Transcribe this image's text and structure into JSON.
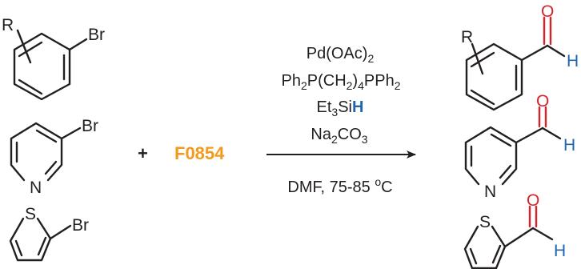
{
  "reactants": {
    "aryl": {
      "substituent": "R",
      "leaving_group": "Br"
    },
    "pyridyl": {
      "heteroatom": "N",
      "leaving_group": "Br"
    },
    "thienyl": {
      "heteroatom": "S",
      "leaving_group": "Br"
    }
  },
  "plus": "+",
  "reagent": "F0854",
  "conditions": {
    "catalyst": {
      "main": "Pd(OAc)",
      "sub": "2"
    },
    "ligand": {
      "a": "Ph",
      "a_sub": "2",
      "b": "P(CH",
      "b_sub": "2",
      "c": ")",
      "c_sub": "4",
      "d": "PPh",
      "d_sub": "2"
    },
    "silane": {
      "a": "Et",
      "a_sub": "3",
      "b": "Si",
      "h": "H"
    },
    "base": {
      "a": "Na",
      "a_sub": "2",
      "b": "CO",
      "b_sub": "3"
    },
    "solvent_temp": {
      "a": "DMF, 75-85 ",
      "sup": "o",
      "b": "C"
    }
  },
  "products": {
    "aryl": {
      "substituent": "R",
      "oxygen": "O",
      "hydrogen": "H"
    },
    "pyridyl": {
      "heteroatom": "N",
      "oxygen": "O",
      "hydrogen": "H"
    },
    "thienyl": {
      "heteroatom": "S",
      "oxygen": "O",
      "hydrogen": "H"
    }
  },
  "colors": {
    "oxygen": "#d7242a",
    "hydrogen": "#1f66b1",
    "reagent": "#f39a1e",
    "bonds": "#231f20"
  }
}
